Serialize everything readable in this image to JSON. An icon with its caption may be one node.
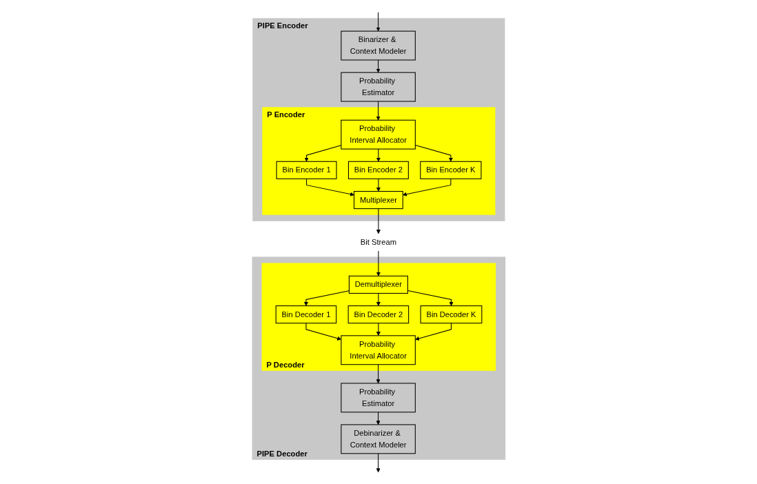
{
  "diagram": {
    "nodes": [
      {
        "text": [
          "PIPE Encoder"
        ]
      },
      {
        "text": [
          "P Encoder"
        ],
        "in": 0
      },
      {
        "text": [
          "Binarizer & Context Modeler"
        ],
        "in": 0
      },
      {
        "text": [
          "Probability Estimator"
        ],
        "in": 0
      },
      {
        "text": [
          "Probability Interval Allocator"
        ],
        "in": 1
      },
      {
        "text": [
          "Bin Encoder 1"
        ],
        "in": 1
      },
      {
        "text": [
          "Bin Encoder 2"
        ],
        "in": 1
      },
      {
        "text": [
          "Bin Encoder K"
        ],
        "in": 1
      },
      {
        "text": [
          "Multiplexer"
        ],
        "in": 1
      },
      {
        "text": [
          "Bit Stream"
        ]
      },
      {
        "text": [
          "PIPE Decoder"
        ]
      },
      {
        "text": [
          "P Decoder"
        ],
        "in": 10
      },
      {
        "text": [
          "Debinarizer & Context Modeler"
        ],
        "in": 10
      },
      {
        "text": [
          "Probability Estimator"
        ],
        "in": 10
      },
      {
        "text": [
          "Probability Interval Allocator"
        ],
        "in": 11
      },
      {
        "text": [
          "Bin Decoder 1"
        ],
        "in": 11
      },
      {
        "text": [
          "Bin Decoder 2"
        ],
        "in": 11
      },
      {
        "text": [
          "Bin Decoder K"
        ],
        "in": 11
      },
      {
        "text": [
          "Demultiplexer"
        ],
        "in": 11
      }
    ],
    "edges": [
      {
        "from": null,
        "to": 2,
        "arrow": "to"
      },
      {
        "from": 2,
        "to": 3,
        "arrow": "to"
      },
      {
        "from": 3,
        "to": 4,
        "arrow": "to"
      },
      {
        "from": 4,
        "to": 5,
        "arrow": "to"
      },
      {
        "from": 4,
        "to": 6,
        "arrow": "to"
      },
      {
        "from": 4,
        "to": 7,
        "arrow": "to"
      },
      {
        "from": 5,
        "to": 8,
        "arrow": "to"
      },
      {
        "from": 6,
        "to": 8,
        "arrow": "to"
      },
      {
        "from": 7,
        "to": 8,
        "arrow": "to"
      },
      {
        "from": 8,
        "to": 9,
        "arrow": "to"
      },
      {
        "from": 9,
        "to": 18,
        "arrow": "to"
      },
      {
        "from": 18,
        "to": 15,
        "arrow": "to"
      },
      {
        "from": 18,
        "to": 16,
        "arrow": "to"
      },
      {
        "from": 18,
        "to": 17,
        "arrow": "to"
      },
      {
        "from": 15,
        "to": 14,
        "arrow": "to"
      },
      {
        "from": 16,
        "to": 14,
        "arrow": "to"
      },
      {
        "from": 17,
        "to": 14,
        "arrow": "to"
      },
      {
        "from": 14,
        "to": 13,
        "arrow": "to"
      },
      {
        "from": 13,
        "to": 12,
        "arrow": "to"
      },
      {
        "from": 12,
        "to": null,
        "arrow": "to"
      }
    ]
  }
}
